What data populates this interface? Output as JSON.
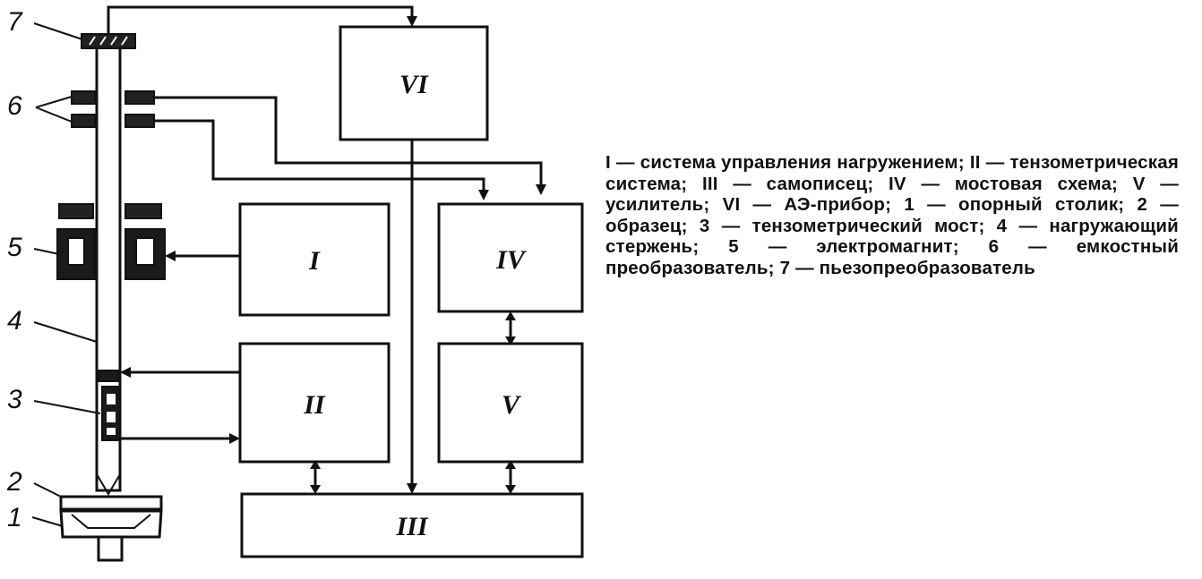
{
  "blocks": {
    "b1": "I",
    "b2": "II",
    "b3": "III",
    "b4": "IV",
    "b5": "V",
    "b6": "VI"
  },
  "numerals": {
    "n1": "1",
    "n2": "2",
    "n3": "3",
    "n4": "4",
    "n5": "5",
    "n6": "6",
    "n7": "7"
  },
  "caption": "I — система управления нагружением; II — тензометрическая система; III — самописец; IV — мостовая схема; V — усилитель; VI — АЭ-прибор; 1 — опорный столик; 2 — образец; 3 — тензометрический мост; 4 — нагружающий стержень; 5 — электромагнит; 6 — емкостный преобразователь; 7 — пьезопреобразователь"
}
